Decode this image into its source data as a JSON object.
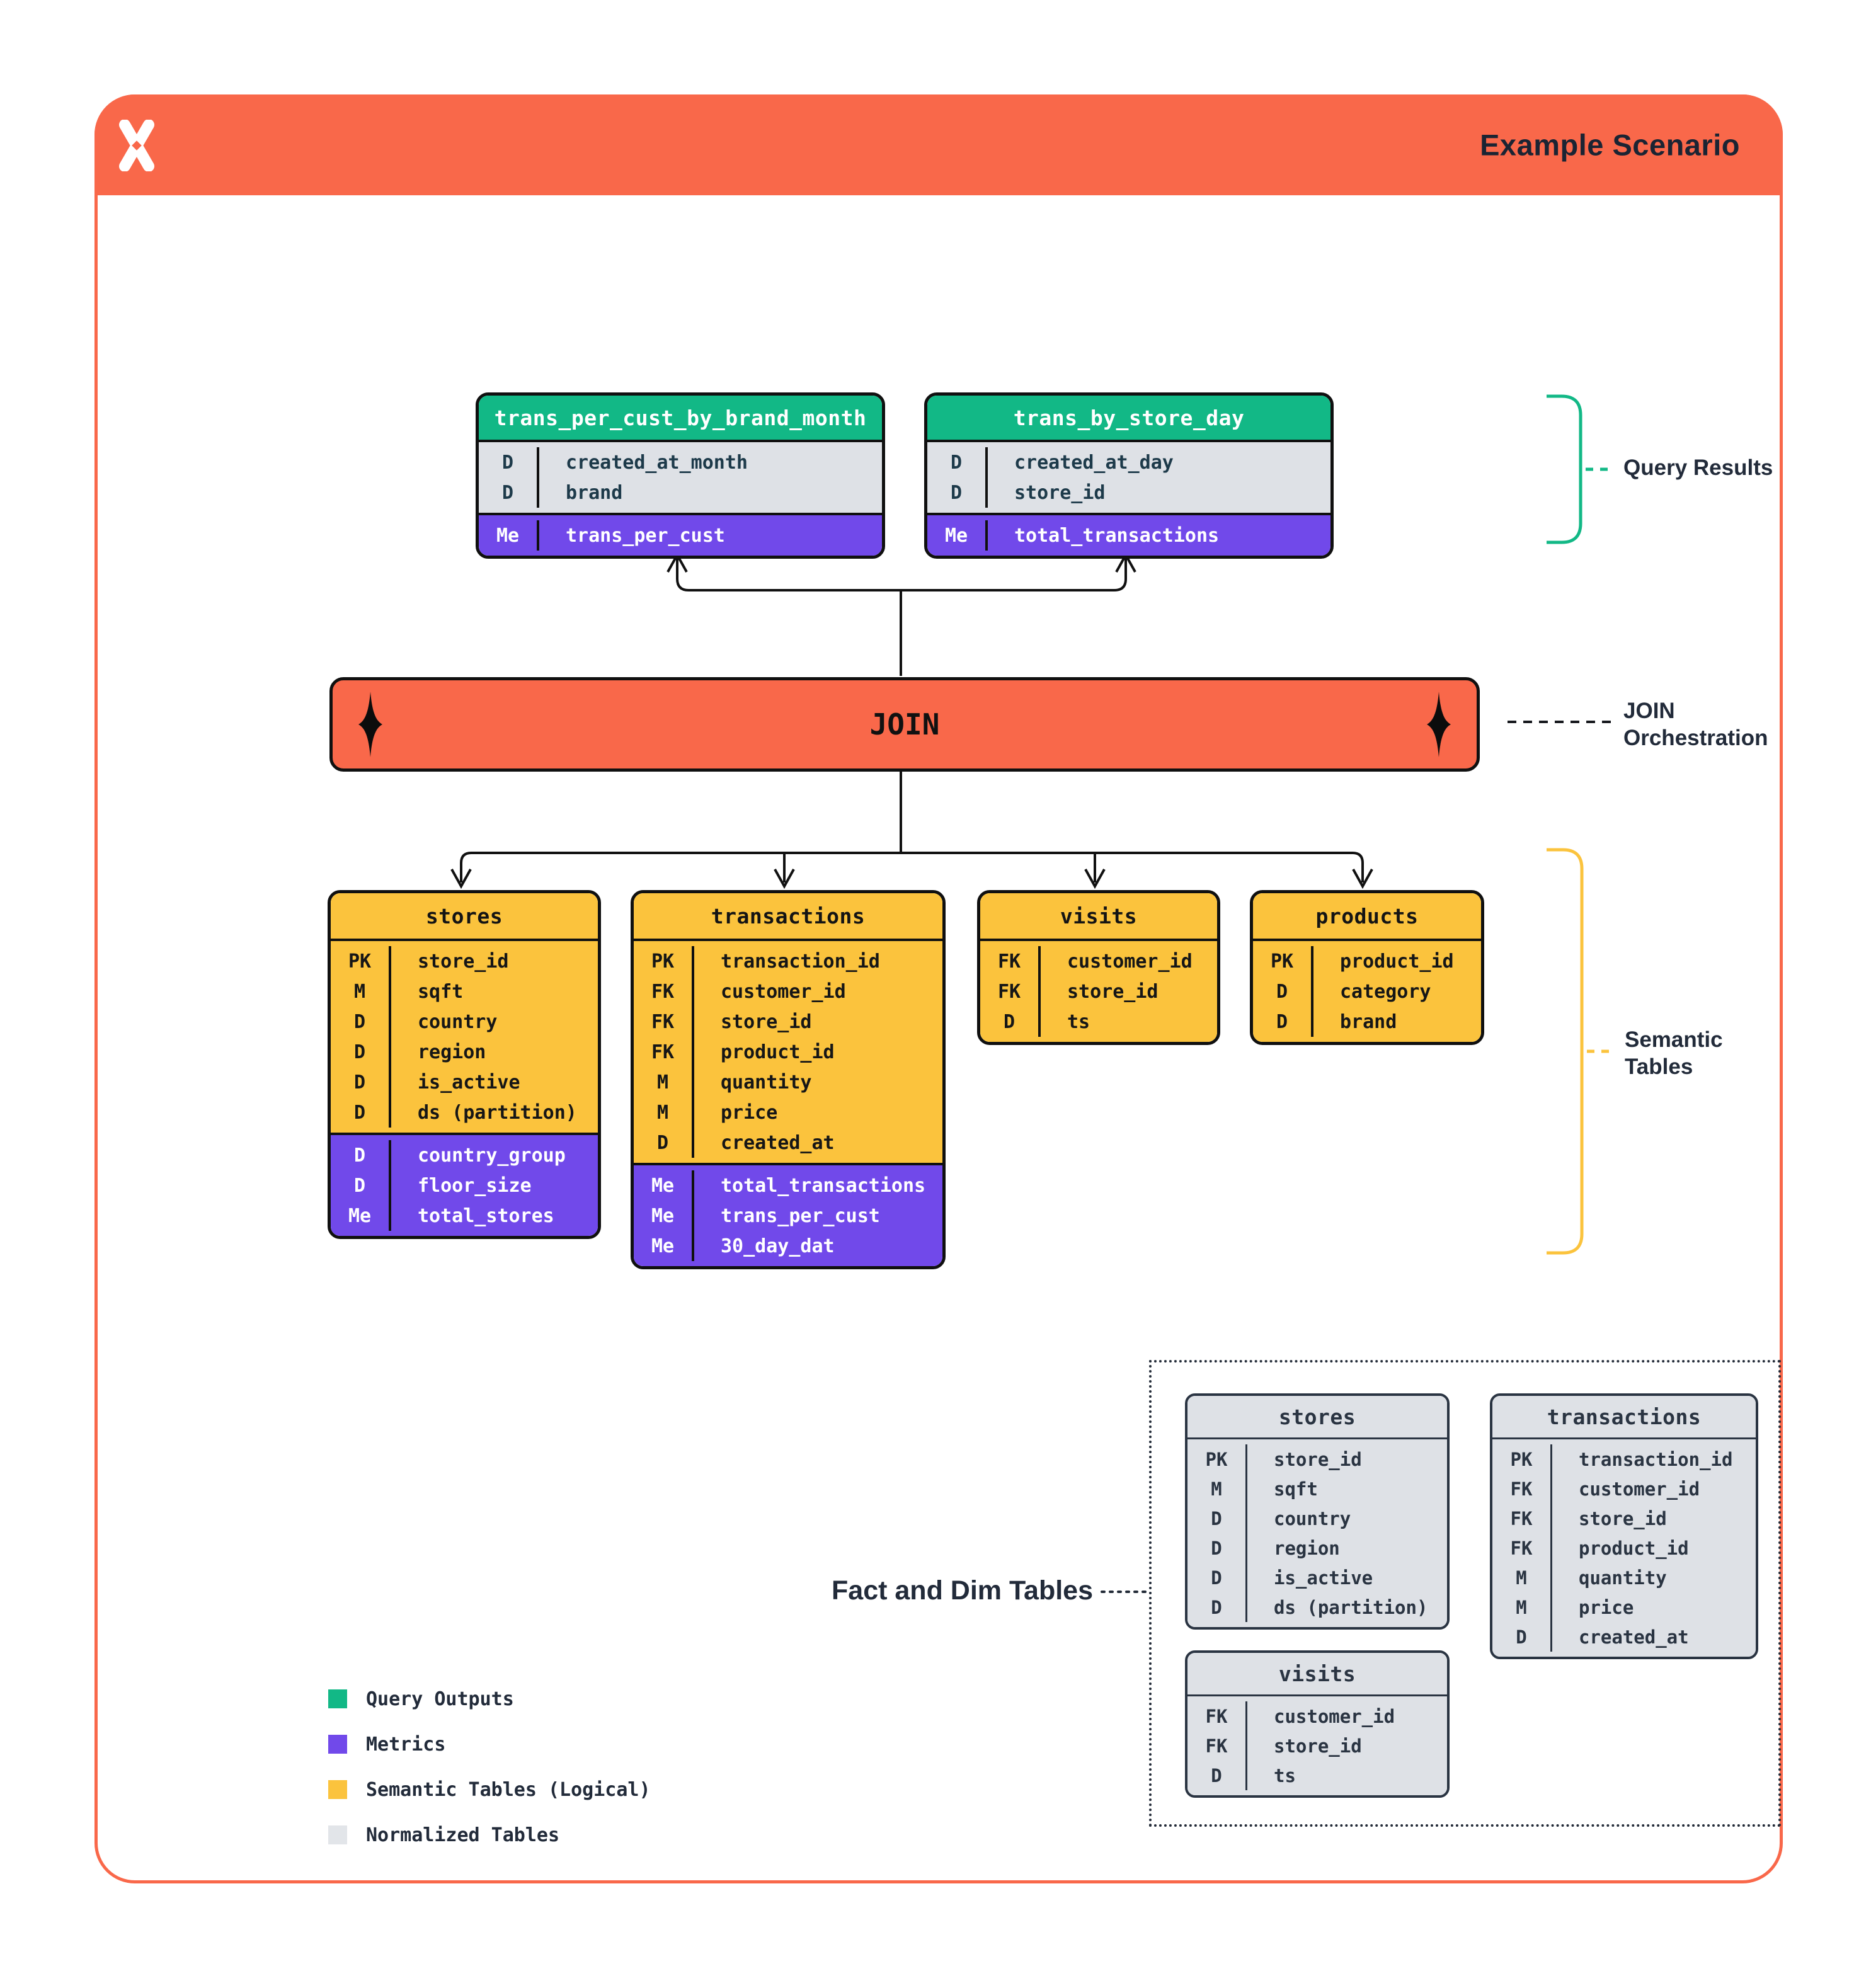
{
  "header": {
    "title": "Example Scenario",
    "logo": "x-star-logo"
  },
  "join": {
    "label": "JOIN"
  },
  "annotations": {
    "query_results": "Query Results",
    "join_orchestration": [
      "JOIN",
      "Orchestration"
    ],
    "semantic_tables": [
      "Semantic",
      "Tables"
    ],
    "fact_dim": "Fact and Dim Tables"
  },
  "query_tables": [
    {
      "title": "trans_per_cust_by_brand_month",
      "sections": [
        {
          "kind": "dims",
          "rows": [
            [
              "D",
              "created_at_month"
            ],
            [
              "D",
              "brand"
            ]
          ]
        },
        {
          "kind": "metrics",
          "rows": [
            [
              "Me",
              "trans_per_cust"
            ]
          ]
        }
      ]
    },
    {
      "title": "trans_by_store_day",
      "sections": [
        {
          "kind": "dims",
          "rows": [
            [
              "D",
              "created_at_day"
            ],
            [
              "D",
              "store_id"
            ]
          ]
        },
        {
          "kind": "metrics",
          "rows": [
            [
              "Me",
              "total_transactions"
            ]
          ]
        }
      ]
    }
  ],
  "semantic_tables": [
    {
      "title": "stores",
      "sections": [
        {
          "kind": "fields",
          "rows": [
            [
              "PK",
              "store_id"
            ],
            [
              "M",
              "sqft"
            ],
            [
              "D",
              "country"
            ],
            [
              "D",
              "region"
            ],
            [
              "D",
              "is_active"
            ],
            [
              "D",
              "ds (partition)"
            ]
          ]
        },
        {
          "kind": "metrics",
          "rows": [
            [
              "D",
              "country_group"
            ],
            [
              "D",
              "floor_size"
            ],
            [
              "Me",
              "total_stores"
            ]
          ]
        }
      ]
    },
    {
      "title": "transactions",
      "sections": [
        {
          "kind": "fields",
          "rows": [
            [
              "PK",
              "transaction_id"
            ],
            [
              "FK",
              "customer_id"
            ],
            [
              "FK",
              "store_id"
            ],
            [
              "FK",
              "product_id"
            ],
            [
              "M",
              "quantity"
            ],
            [
              "M",
              "price"
            ],
            [
              "D",
              "created_at"
            ]
          ]
        },
        {
          "kind": "metrics",
          "rows": [
            [
              "Me",
              "total_transactions"
            ],
            [
              "Me",
              "trans_per_cust"
            ],
            [
              "Me",
              "30_day_dat"
            ]
          ]
        }
      ]
    },
    {
      "title": "visits",
      "sections": [
        {
          "kind": "fields",
          "rows": [
            [
              "FK",
              "customer_id"
            ],
            [
              "FK",
              "store_id"
            ],
            [
              "D",
              "ts"
            ]
          ]
        }
      ]
    },
    {
      "title": "products",
      "sections": [
        {
          "kind": "fields",
          "rows": [
            [
              "PK",
              "product_id"
            ],
            [
              "D",
              "category"
            ],
            [
              "D",
              "brand"
            ]
          ]
        }
      ]
    }
  ],
  "normalized_tables": [
    {
      "title": "stores",
      "sections": [
        {
          "kind": "fields",
          "rows": [
            [
              "PK",
              "store_id"
            ],
            [
              "M",
              "sqft"
            ],
            [
              "D",
              "country"
            ],
            [
              "D",
              "region"
            ],
            [
              "D",
              "is_active"
            ],
            [
              "D",
              "ds (partition)"
            ]
          ]
        }
      ]
    },
    {
      "title": "transactions",
      "sections": [
        {
          "kind": "fields",
          "rows": [
            [
              "PK",
              "transaction_id"
            ],
            [
              "FK",
              "customer_id"
            ],
            [
              "FK",
              "store_id"
            ],
            [
              "FK",
              "product_id"
            ],
            [
              "M",
              "quantity"
            ],
            [
              "M",
              "price"
            ],
            [
              "D",
              "created_at"
            ]
          ]
        }
      ]
    },
    {
      "title": "visits",
      "sections": [
        {
          "kind": "fields",
          "rows": [
            [
              "FK",
              "customer_id"
            ],
            [
              "FK",
              "store_id"
            ],
            [
              "D",
              "ts"
            ]
          ]
        }
      ]
    }
  ],
  "legend": {
    "items": [
      {
        "label": "Query Outputs",
        "color": "#12B886"
      },
      {
        "label": "Metrics",
        "color": "#7149EA"
      },
      {
        "label": "Semantic Tables (Logical)",
        "color": "#FBC33D"
      },
      {
        "label": "Normalized Tables",
        "color": "#E2E5E9"
      }
    ]
  },
  "colors": {
    "accent_orange": "#F9684A",
    "query_output_green": "#12B886",
    "metric_purple": "#7149EA",
    "semantic_yellow": "#FBC33D",
    "normalized_gray": "#DEE1E6",
    "label_ink": "#222B3A"
  }
}
